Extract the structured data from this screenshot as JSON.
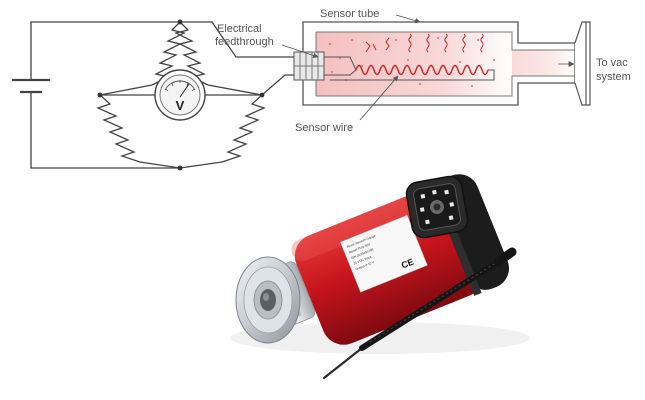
{
  "diagram": {
    "labels": {
      "electrical_feedthrough_line1": "Electrical",
      "electrical_feedthrough_line2": "feedthrough",
      "sensor_tube": "Sensor tube",
      "sensor_wire": "Sensor wire",
      "to_vac_line1": "To vac",
      "to_vac_line2": "system"
    },
    "meter_symbol": "V"
  },
  "product": {
    "device_label_lines": [
      "Pirani Vacuum Gauge",
      "Model PVG-550",
      "S/N 0123456789",
      "24 VDC  Input",
      "Output 0-10 V"
    ],
    "ce_mark": "CE"
  },
  "icons": [
    "battery-icon",
    "voltmeter-icon",
    "resistor-icon",
    "heated-wire-icon",
    "arrow-icon"
  ],
  "colors": {
    "line": "#444444",
    "label_text": "#555555",
    "wire_red": "#d42020",
    "tube_glow": "#f6c9c9",
    "device_red": "#c8141c",
    "device_black": "#1c1c1c",
    "flange_metal": "#d0d4d8"
  }
}
